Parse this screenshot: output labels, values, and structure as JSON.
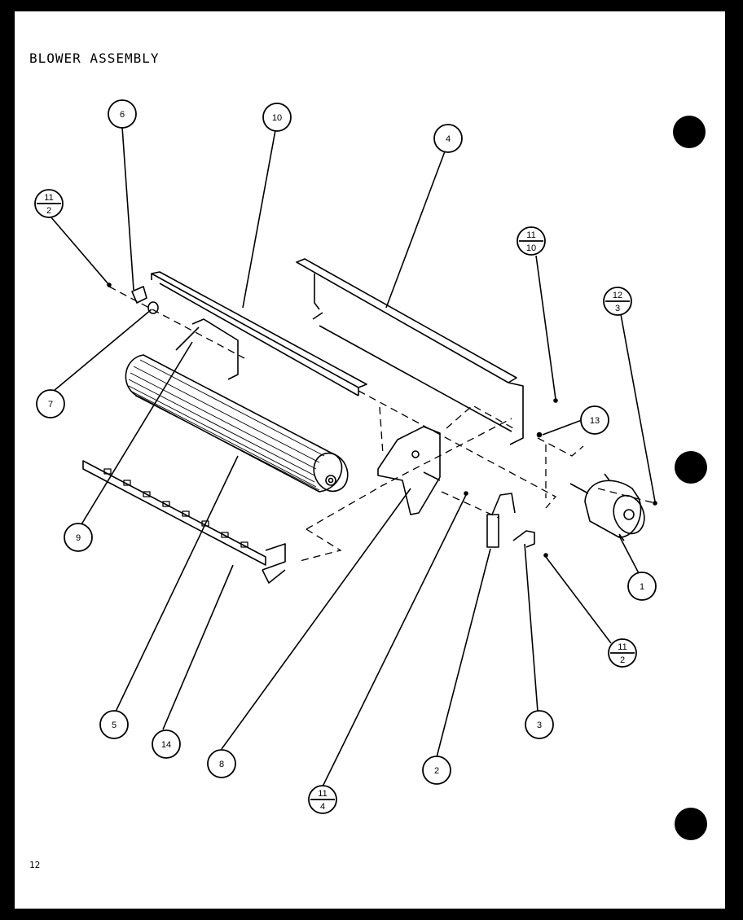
{
  "title": "BLOWER ASSEMBLY",
  "page_number": "12",
  "callouts": [
    {
      "id": "c6",
      "label": "6"
    },
    {
      "id": "c10",
      "label": "10"
    },
    {
      "id": "c4",
      "label": "4"
    },
    {
      "id": "c11-2-top",
      "top": "11",
      "bottom": "2"
    },
    {
      "id": "c11-10",
      "top": "11",
      "bottom": "10"
    },
    {
      "id": "c12-3",
      "top": "12",
      "bottom": "3"
    },
    {
      "id": "c7",
      "label": "7"
    },
    {
      "id": "c13",
      "label": "13"
    },
    {
      "id": "c9",
      "label": "9"
    },
    {
      "id": "c1",
      "label": "1"
    },
    {
      "id": "c11-2-right",
      "top": "11",
      "bottom": "2"
    },
    {
      "id": "c5",
      "label": "5"
    },
    {
      "id": "c14",
      "label": "14"
    },
    {
      "id": "c8",
      "label": "8"
    },
    {
      "id": "c3",
      "label": "3"
    },
    {
      "id": "c2",
      "label": "2"
    },
    {
      "id": "c11-4",
      "top": "11",
      "bottom": "4"
    }
  ]
}
